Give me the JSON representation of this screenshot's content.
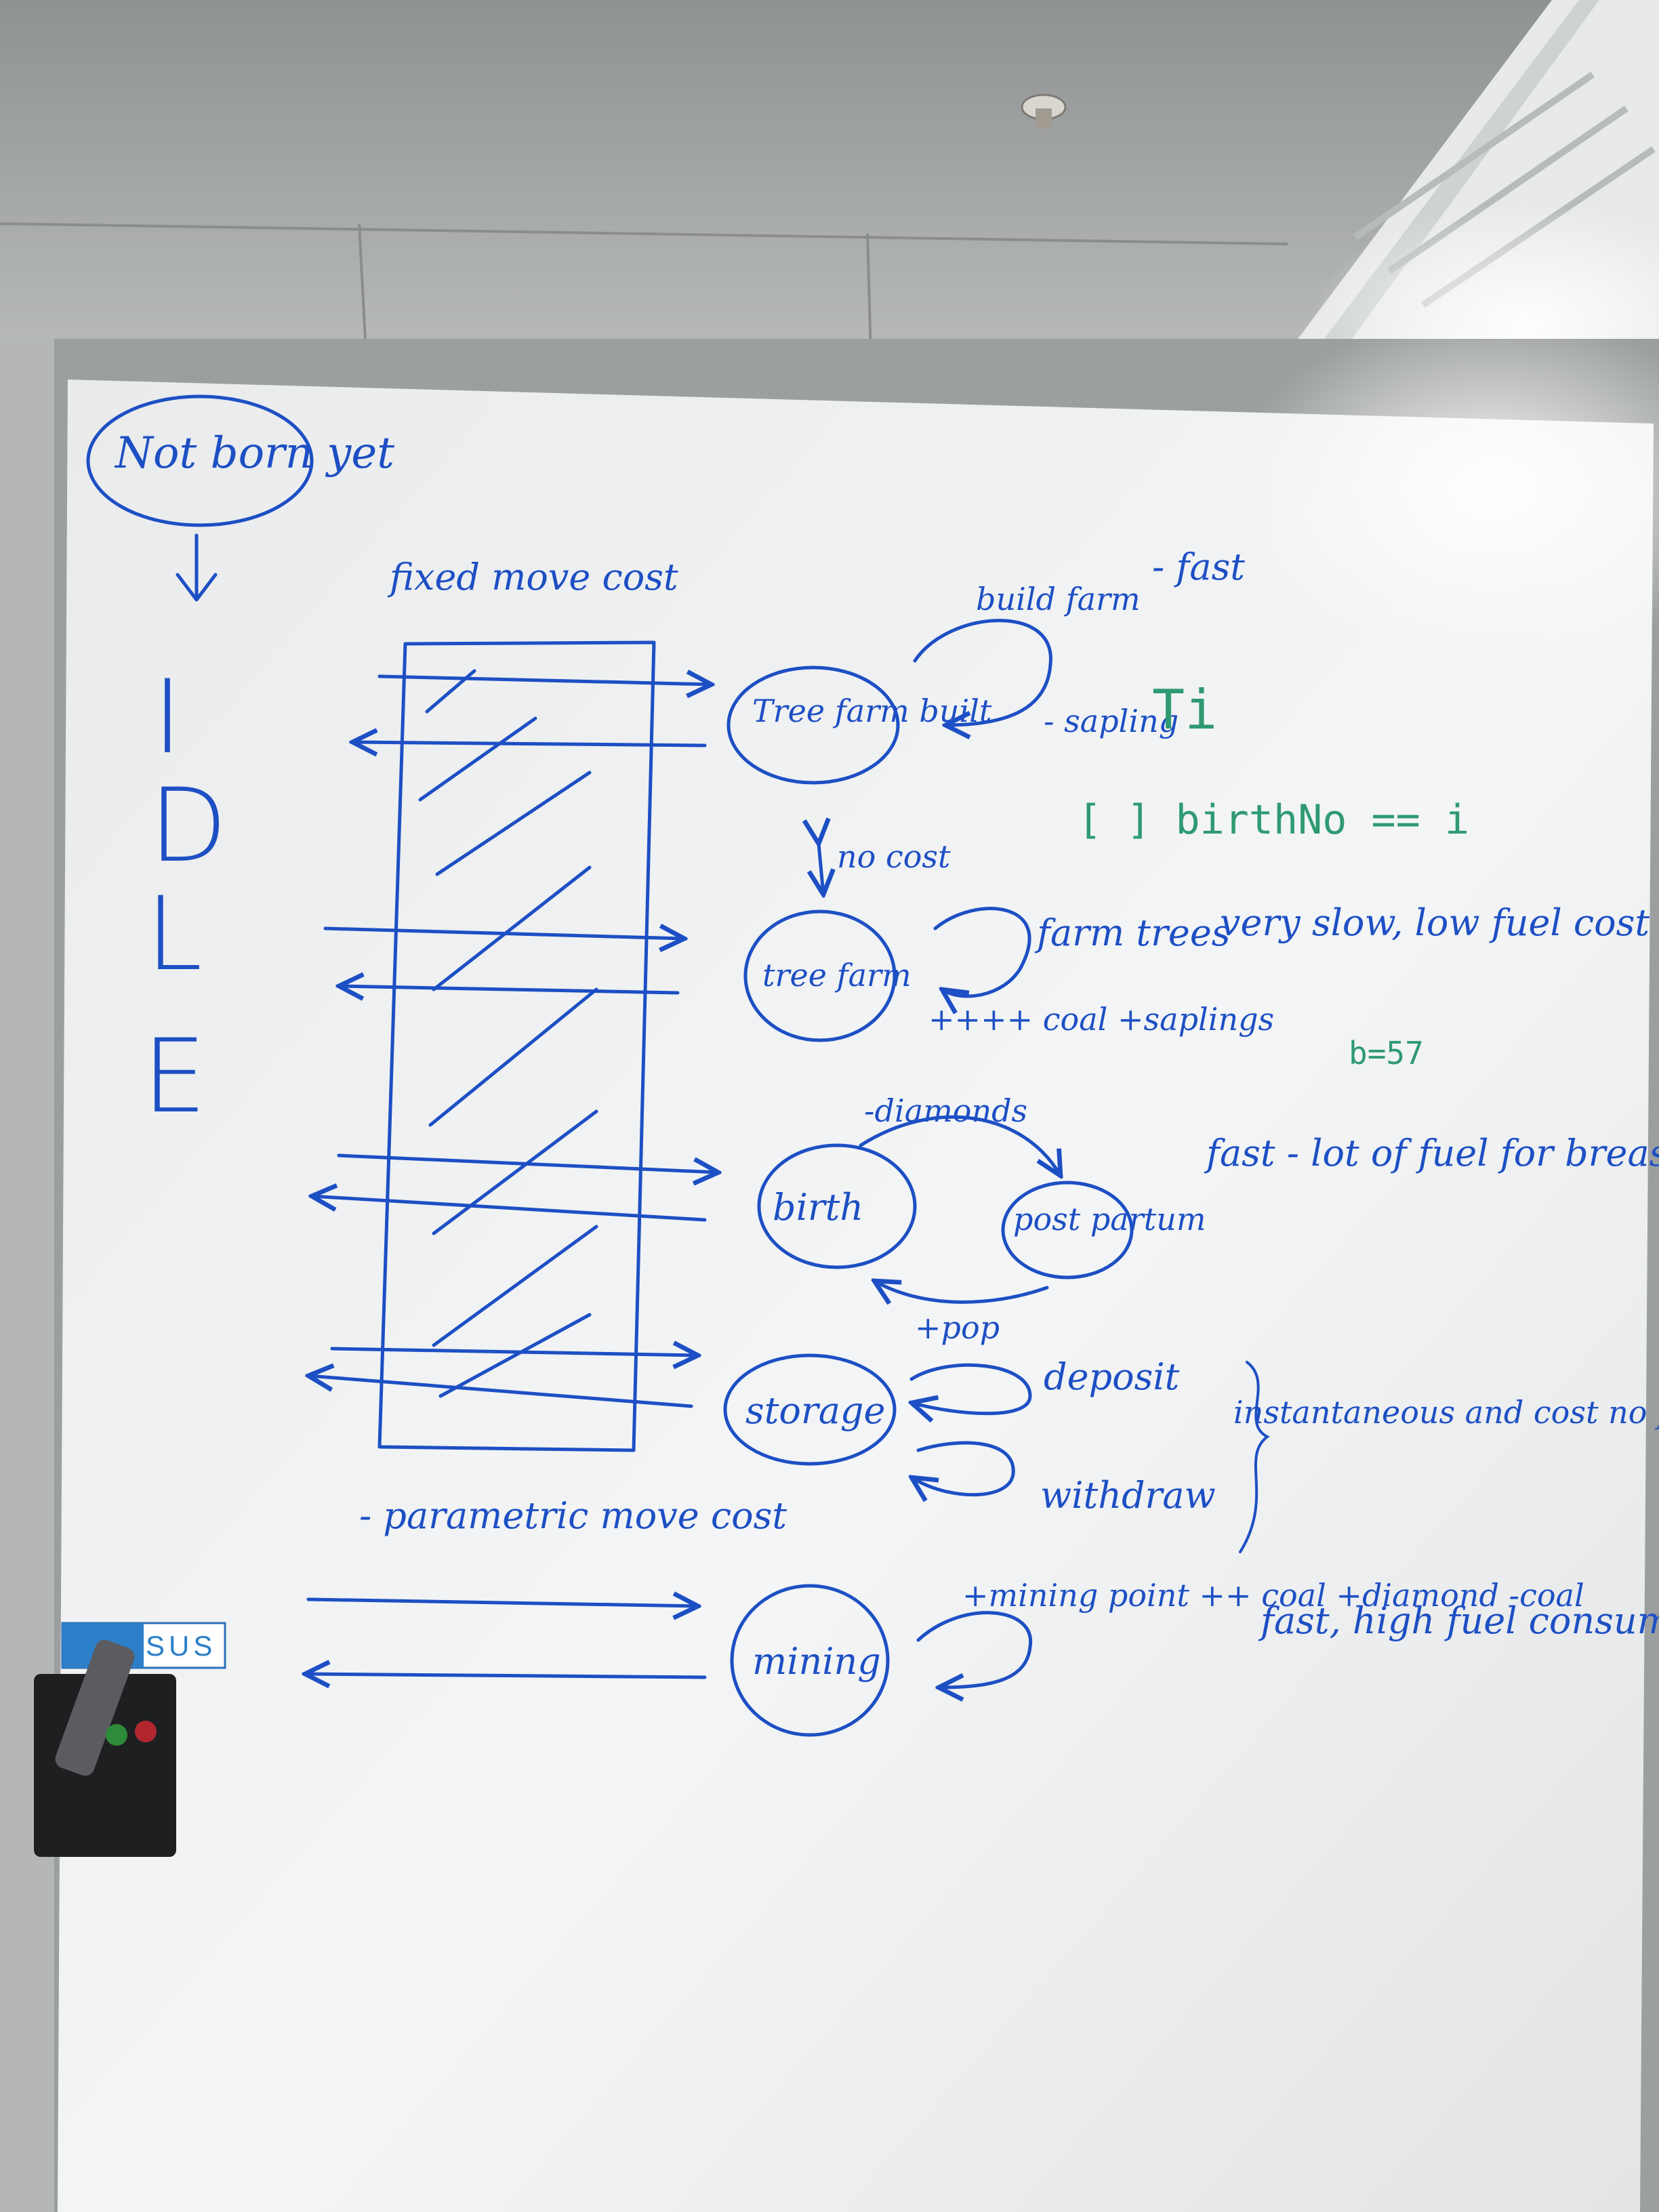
{
  "board": {
    "start_state": "Not born yet",
    "idle_letters": [
      "I",
      "D",
      "L",
      "E"
    ],
    "fixed_move_cost": "fixed move cost",
    "parametric_move_cost": "- parametric move cost",
    "no_cost": "no cost",
    "states": {
      "tree_farm_built": "Tree farm built",
      "tree_farm": "tree farm",
      "birth": "birth",
      "post_partum": "post partum",
      "storage": "storage",
      "mining": "mining"
    },
    "loops": {
      "build_farm": "build farm",
      "sapling": "- sapling",
      "farm_trees": "farm trees",
      "coal_saplings": "++++ coal +saplings",
      "diamonds": "-diamonds",
      "pop": "+pop",
      "deposit": "deposit",
      "withdraw": "withdraw",
      "mining_gains": "+mining point ++ coal +diamond -coal"
    },
    "notes": {
      "fast_top": "- fast",
      "very_slow": "very slow, low fuel cost",
      "birth_note": "fast - lot of fuel for breastfeeding",
      "storage_note": "instantaneous and cost no fuel; deposit one item at a time",
      "mining_note": "fast, high fuel consumption"
    },
    "green_notes": {
      "ti": "Ti",
      "birth_check": "[ ] birthNo == i",
      "b57": "b=57"
    },
    "logo_fragment": "SUS",
    "ink_color": "#1d4fc4",
    "green_ink_color": "#2f9a72"
  }
}
